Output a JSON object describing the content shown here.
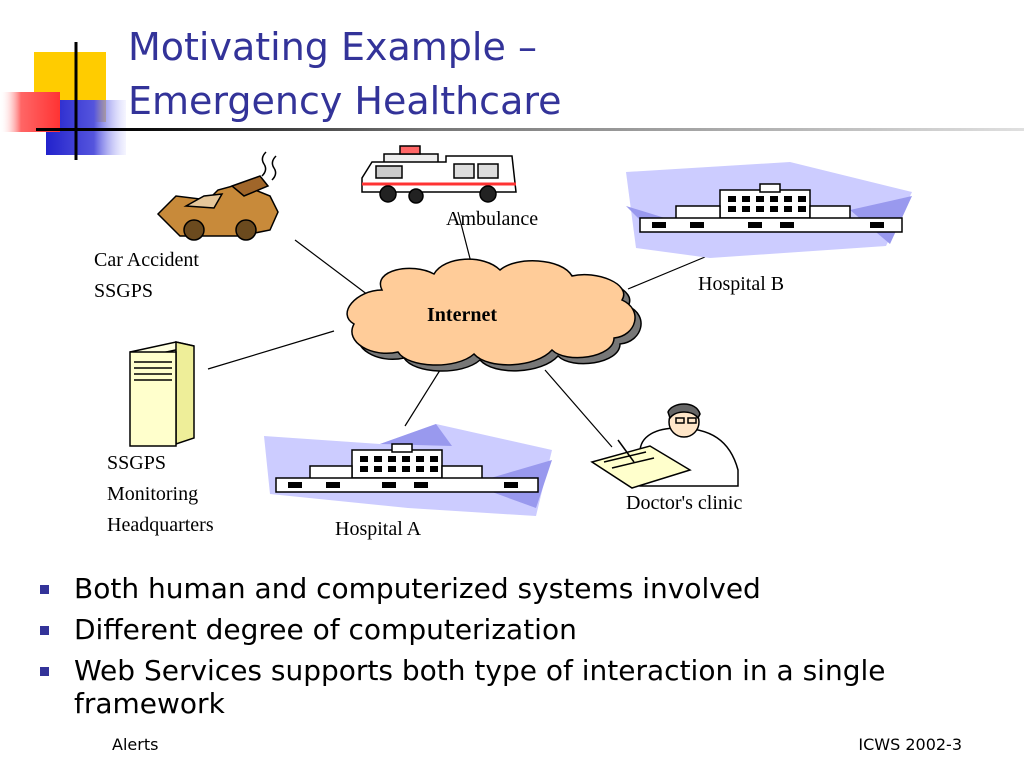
{
  "slide": {
    "title_line1": "Motivating Example –",
    "title_line2": "Emergency Healthcare"
  },
  "diagram": {
    "hub": "Internet",
    "nodes": {
      "car_accident": [
        "Car Accident",
        "SSGPS"
      ],
      "ambulance": [
        "Ambulance"
      ],
      "hospital_b": [
        "Hospital B"
      ],
      "ssgps_hq": [
        "SSGPS",
        "Monitoring",
        "Headquarters"
      ],
      "hospital_a": [
        "Hospital A"
      ],
      "doctors_clinic": [
        "Doctor's clinic"
      ]
    }
  },
  "bullets": [
    "Both human and computerized systems involved",
    "Different degree of computerization",
    "Web Services supports both type of interaction in a single framework"
  ],
  "footer": {
    "left": "Alerts",
    "right": "ICWS 2002-3"
  },
  "colors": {
    "title": "#333399",
    "cloud": "#FFCC99",
    "hospital_shape": "#CCCCFF",
    "server": "#FFFFCC",
    "deco_yellow": "#FFCC00",
    "deco_red": "#FF3333",
    "deco_blue": "#3333CC"
  }
}
